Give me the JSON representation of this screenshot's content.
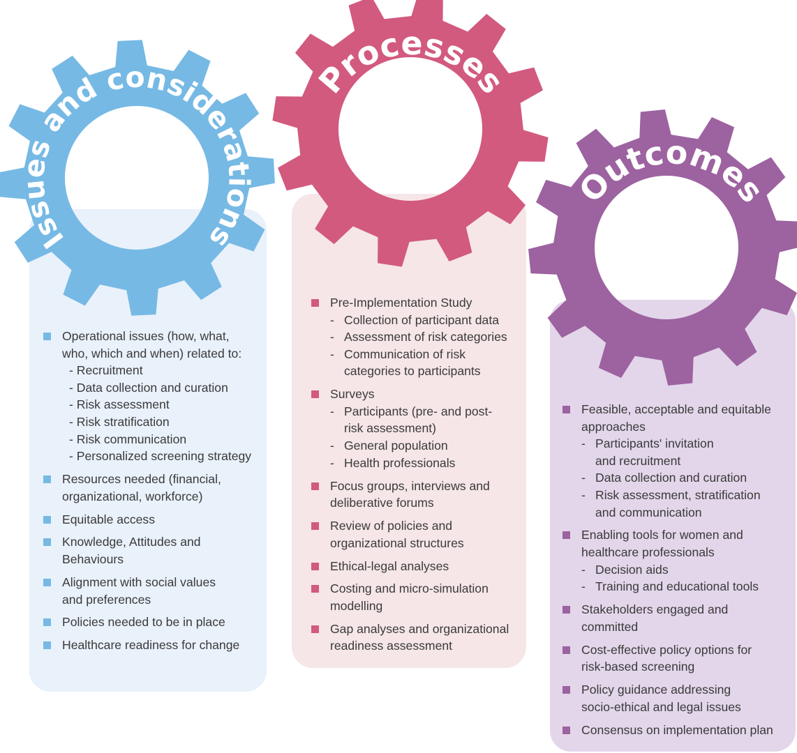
{
  "colors": {
    "issues": "#76b9e4",
    "processes": "#d25a7e",
    "outcomes": "#9d62a0"
  },
  "gears": {
    "issues": {
      "title": "Issues and considerations",
      "icon": "gear-icon"
    },
    "processes": {
      "title": "Processes",
      "icon": "gear-icon"
    },
    "outcomes": {
      "title": "Outcomes",
      "icon": "gear-icon"
    }
  },
  "columns": {
    "issues": {
      "items": [
        {
          "lines": [
            "Operational issues (how, what,",
            "who, which and when) related to:"
          ],
          "subs": [
            "- Recruitment",
            "- Data collection and curation",
            "- Risk assessment",
            "- Risk stratification",
            "- Risk communication",
            "- Personalized screening strategy"
          ]
        },
        {
          "lines": [
            "Resources needed (financial,",
            "organizational, workforce)"
          ],
          "subs": []
        },
        {
          "lines": [
            "Equitable access"
          ],
          "subs": []
        },
        {
          "lines": [
            "Knowledge, Attitudes and",
            "Behaviours"
          ],
          "subs": []
        },
        {
          "lines": [
            "Alignment with social values",
            "and preferences"
          ],
          "subs": []
        },
        {
          "lines": [
            "Policies needed to be in place"
          ],
          "subs": []
        },
        {
          "lines": [
            "Healthcare readiness for change"
          ],
          "subs": []
        }
      ]
    },
    "processes": {
      "items": [
        {
          "lines": [
            "Pre-Implementation Study"
          ],
          "subs": [
            [
              "Collection of participant data"
            ],
            [
              "Assessment of risk categories"
            ],
            [
              "Communication of risk",
              "categories to participants"
            ]
          ]
        },
        {
          "lines": [
            "Surveys"
          ],
          "subs": [
            [
              "Participants (pre- and post-",
              "risk assessment)"
            ],
            [
              "General population"
            ],
            [
              "Health professionals"
            ]
          ]
        },
        {
          "lines": [
            "Focus groups, interviews and",
            "deliberative forums"
          ],
          "subs": []
        },
        {
          "lines": [
            "Review of policies and",
            "organizational structures"
          ],
          "subs": []
        },
        {
          "lines": [
            "Ethical-legal analyses"
          ],
          "subs": []
        },
        {
          "lines": [
            "Costing and micro-simulation",
            "modelling"
          ],
          "subs": []
        },
        {
          "lines": [
            "Gap analyses and organizational",
            "readiness assessment"
          ],
          "subs": []
        }
      ]
    },
    "outcomes": {
      "items": [
        {
          "lines": [
            "Feasible, acceptable and equitable",
            "approaches"
          ],
          "subs": [
            [
              "Participants' invitation",
              "and recruitment"
            ],
            [
              "Data collection and curation"
            ],
            [
              "Risk assessment, stratification",
              "and communication"
            ]
          ]
        },
        {
          "lines": [
            "Enabling tools for women and",
            "healthcare professionals"
          ],
          "subs": [
            [
              "Decision aids"
            ],
            [
              "Training and educational tools"
            ]
          ]
        },
        {
          "lines": [
            "Stakeholders engaged and",
            "committed"
          ],
          "subs": []
        },
        {
          "lines": [
            "Cost-effective policy options for",
            "risk-based screening"
          ],
          "subs": []
        },
        {
          "lines": [
            "Policy guidance addressing",
            "socio-ethical and legal issues"
          ],
          "subs": []
        },
        {
          "lines": [
            "Consensus on implementation plan"
          ],
          "subs": []
        }
      ]
    }
  }
}
